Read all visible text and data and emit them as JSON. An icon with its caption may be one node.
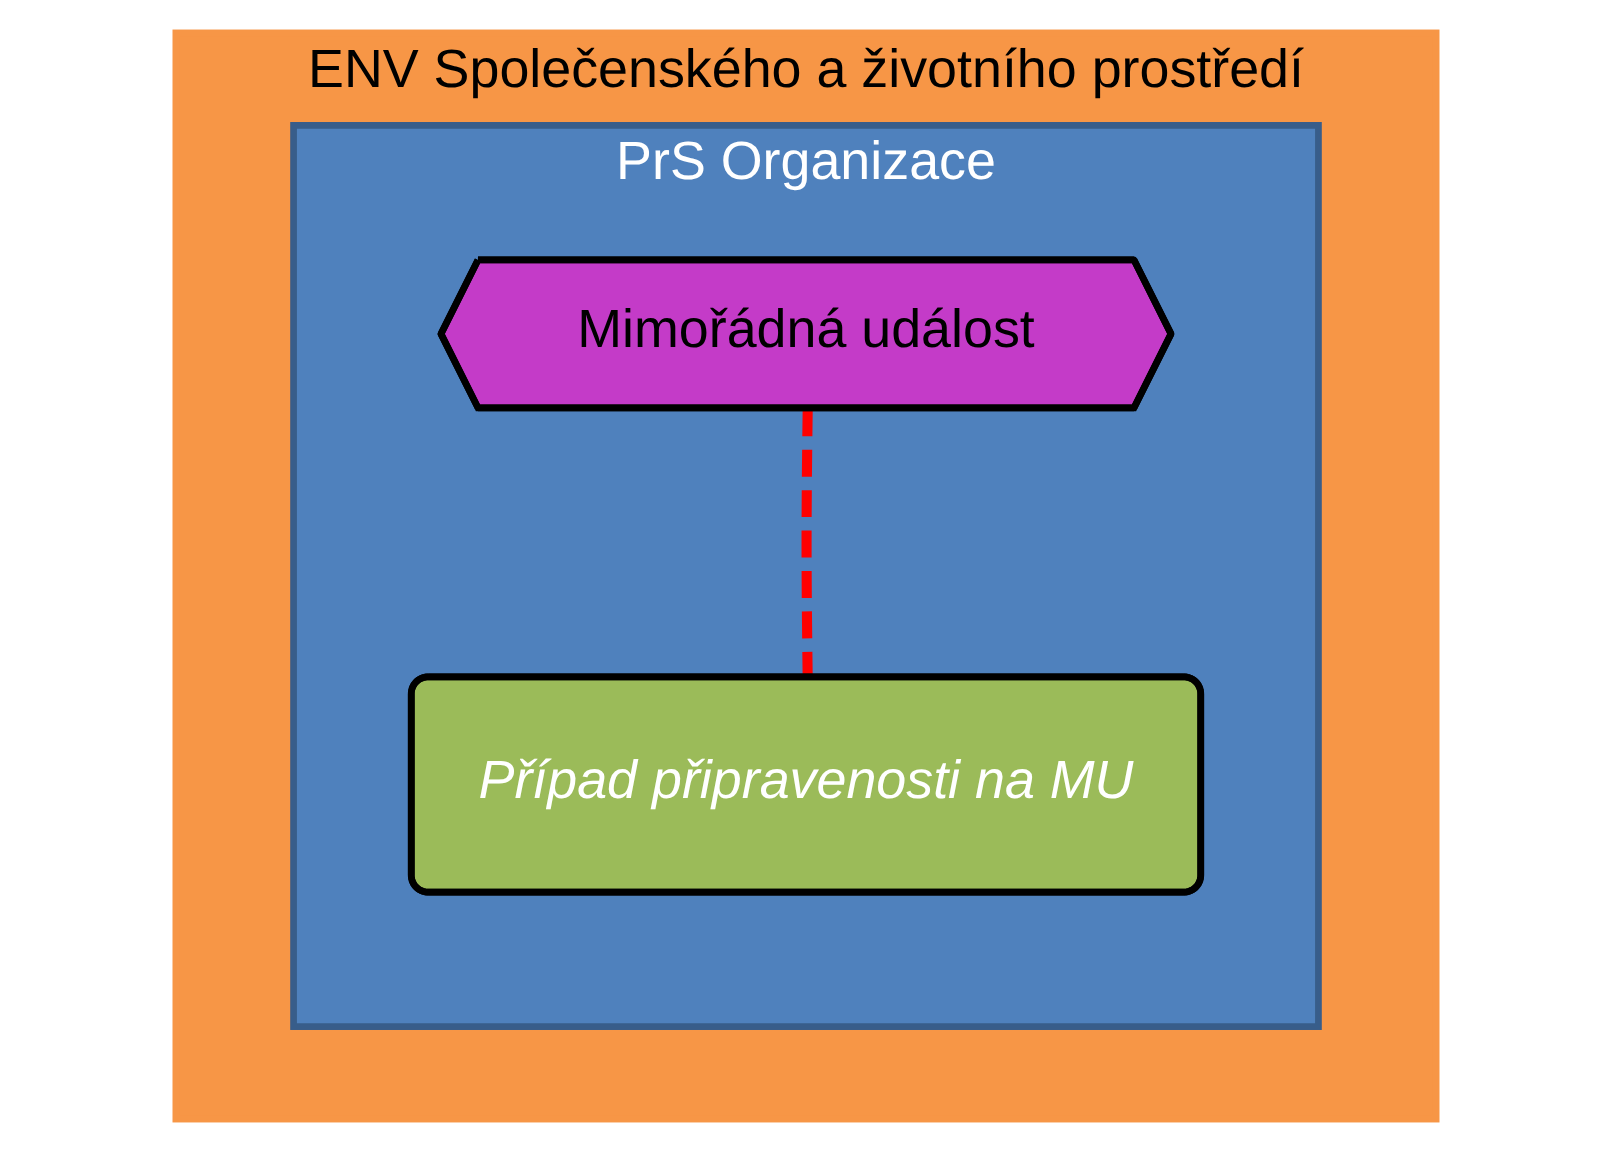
{
  "diagram": {
    "nodes": [
      {
        "text": [
          "ENV Společenského a životního prostředí"
        ]
      },
      {
        "text": [
          "PrS Organizace"
        ],
        "in": 0
      },
      {
        "text": [
          "Mimořádná událost"
        ],
        "in": 1
      },
      {
        "text": [
          "Případ připravenosti na MU"
        ],
        "in": 1
      }
    ],
    "edges": [
      {
        "from": 2,
        "to": 3,
        "arrow": "none",
        "style": "dashed",
        "color": "#ff0000"
      }
    ]
  }
}
